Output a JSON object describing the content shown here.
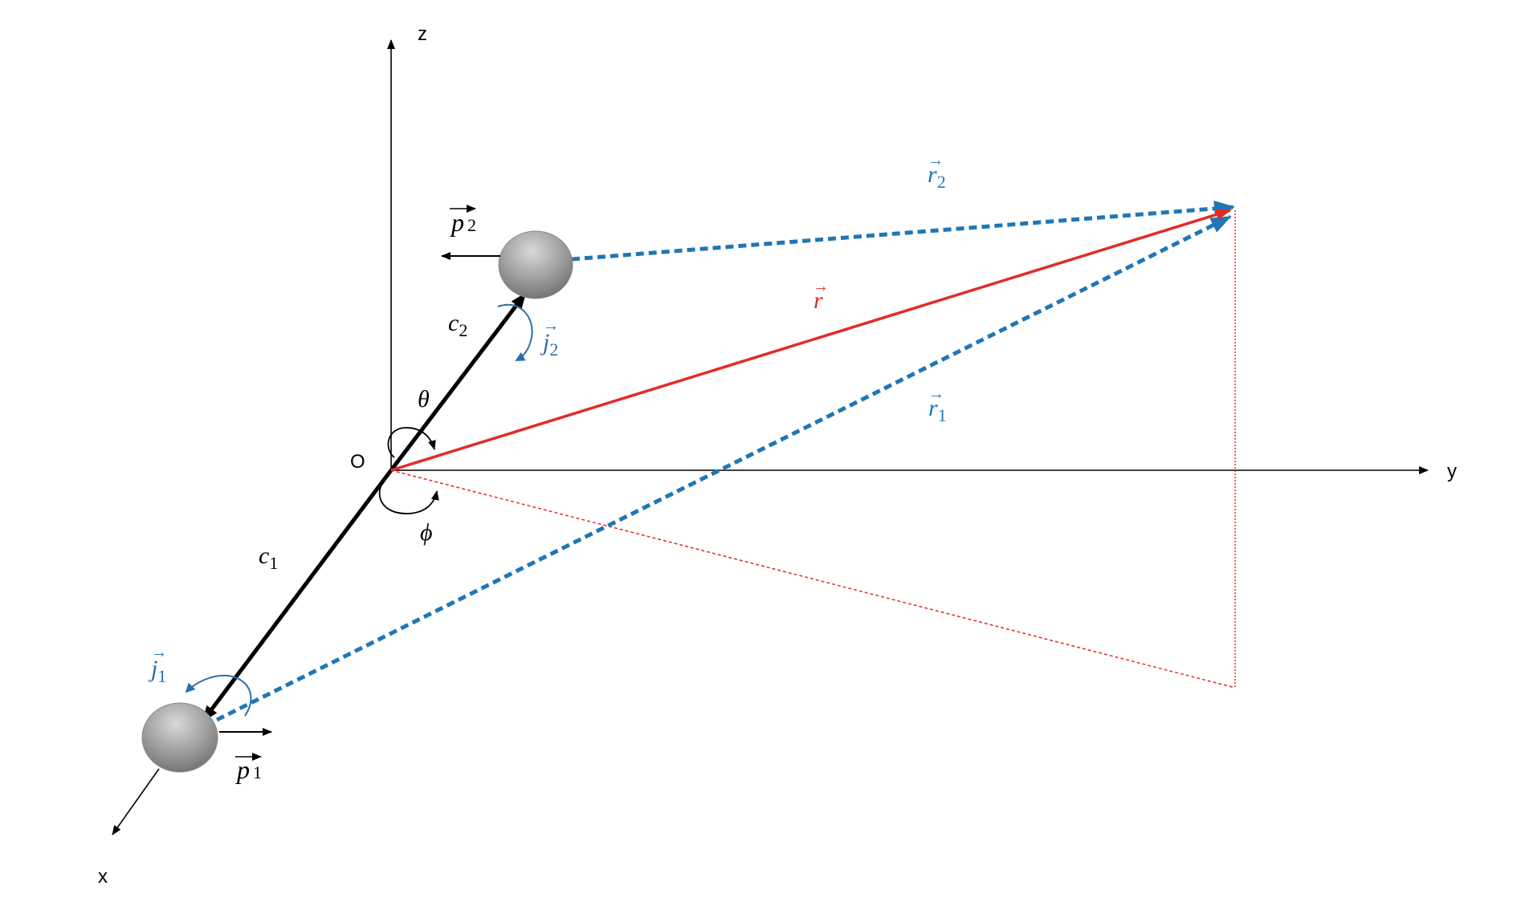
{
  "axes": {
    "x": "x",
    "y": "y",
    "z": "z",
    "origin": "O"
  },
  "angles": {
    "theta": "θ",
    "phi": "ϕ"
  },
  "vectors": {
    "r": "r",
    "r1": {
      "base": "r",
      "sub": "1"
    },
    "r2": {
      "base": "r",
      "sub": "2"
    },
    "p1": {
      "base": "p",
      "sub": "1"
    },
    "p2": {
      "base": "p",
      "sub": "2"
    },
    "j1": {
      "base": "j",
      "sub": "1"
    },
    "j2": {
      "base": "j",
      "sub": "2"
    }
  },
  "distances": {
    "c1": {
      "base": "c",
      "sub": "1"
    },
    "c2": {
      "base": "c",
      "sub": "2"
    }
  },
  "colors": {
    "axis": "#000000",
    "r_vector": "#e32b2b",
    "r_i_vectors": "#1f77b4",
    "angular_momentum": "#2a6fa8",
    "sphere_light": "#d9d9d9",
    "sphere_dark": "#6e6e6e"
  }
}
